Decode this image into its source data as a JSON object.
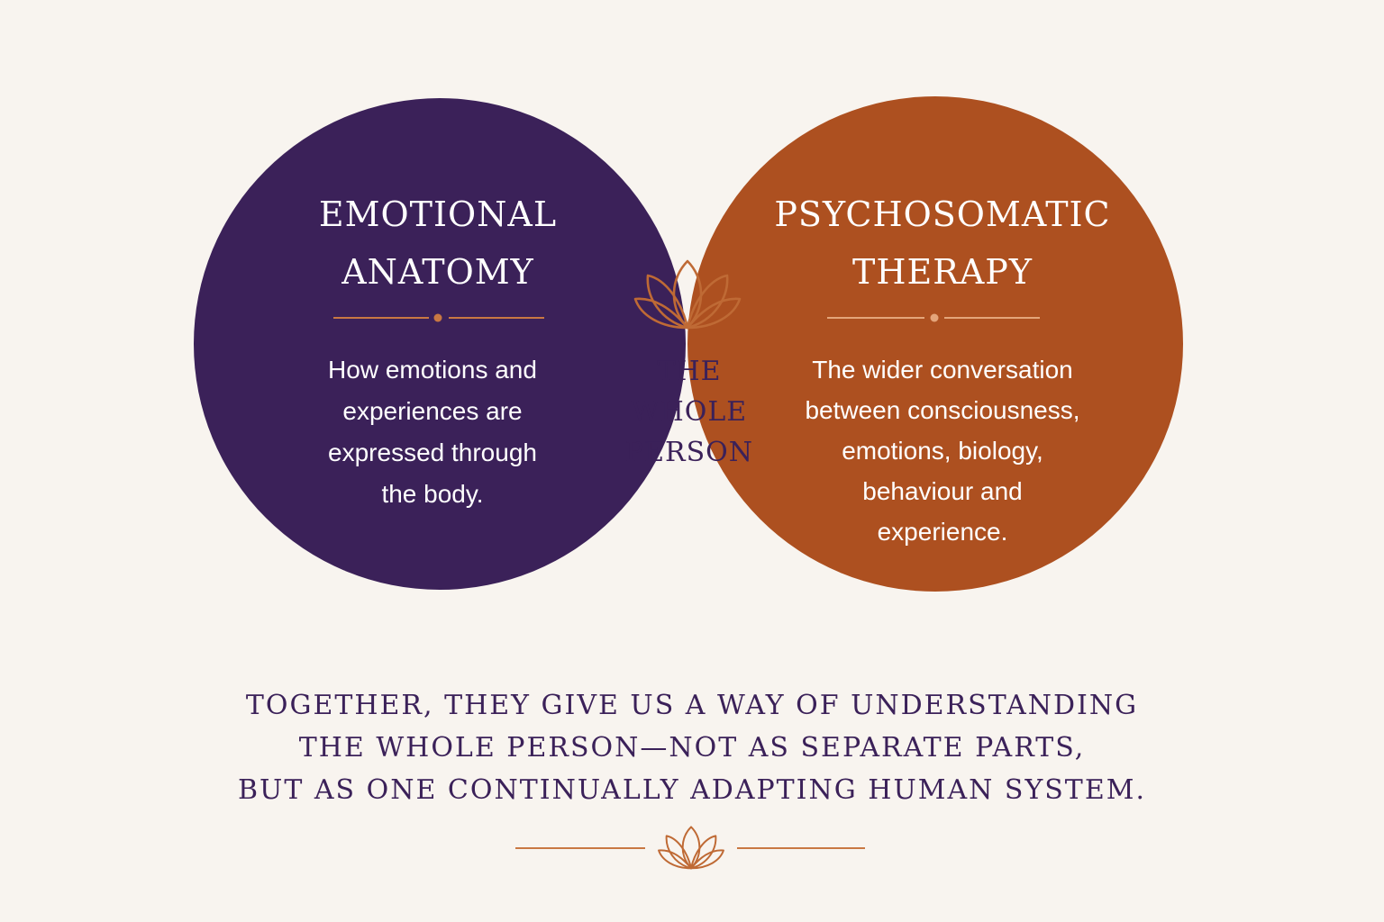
{
  "colors": {
    "background": "#f8f4ef",
    "left_circle": "#3b2159",
    "right_circle": "#ad5020",
    "accent": "#c97843",
    "center_text": "#3b2159"
  },
  "left_circle": {
    "title_lines": [
      "EMOTIONAL",
      "ANATOMY"
    ],
    "description_lines": [
      "How emotions and",
      "experiences are",
      "expressed through",
      "the body."
    ]
  },
  "right_circle": {
    "title_lines": [
      "PSYCHOSOMATIC",
      "THERAPY"
    ],
    "description_lines": [
      "The wider conversation",
      "between consciousness,",
      "emotions, biology,",
      "behaviour and",
      "experience."
    ]
  },
  "overlap": {
    "icon": "lotus-icon",
    "label_lines": [
      "THE",
      "WHOLE",
      "PERSON"
    ]
  },
  "caption": {
    "lines": [
      "TOGETHER, THEY GIVE US A WAY OF UNDERSTANDING",
      "THE WHOLE PERSON—NOT AS SEPARATE PARTS,",
      "BUT AS ONE CONTINUALLY ADAPTING HUMAN SYSTEM."
    ]
  },
  "footer": {
    "icon": "lotus-icon"
  }
}
